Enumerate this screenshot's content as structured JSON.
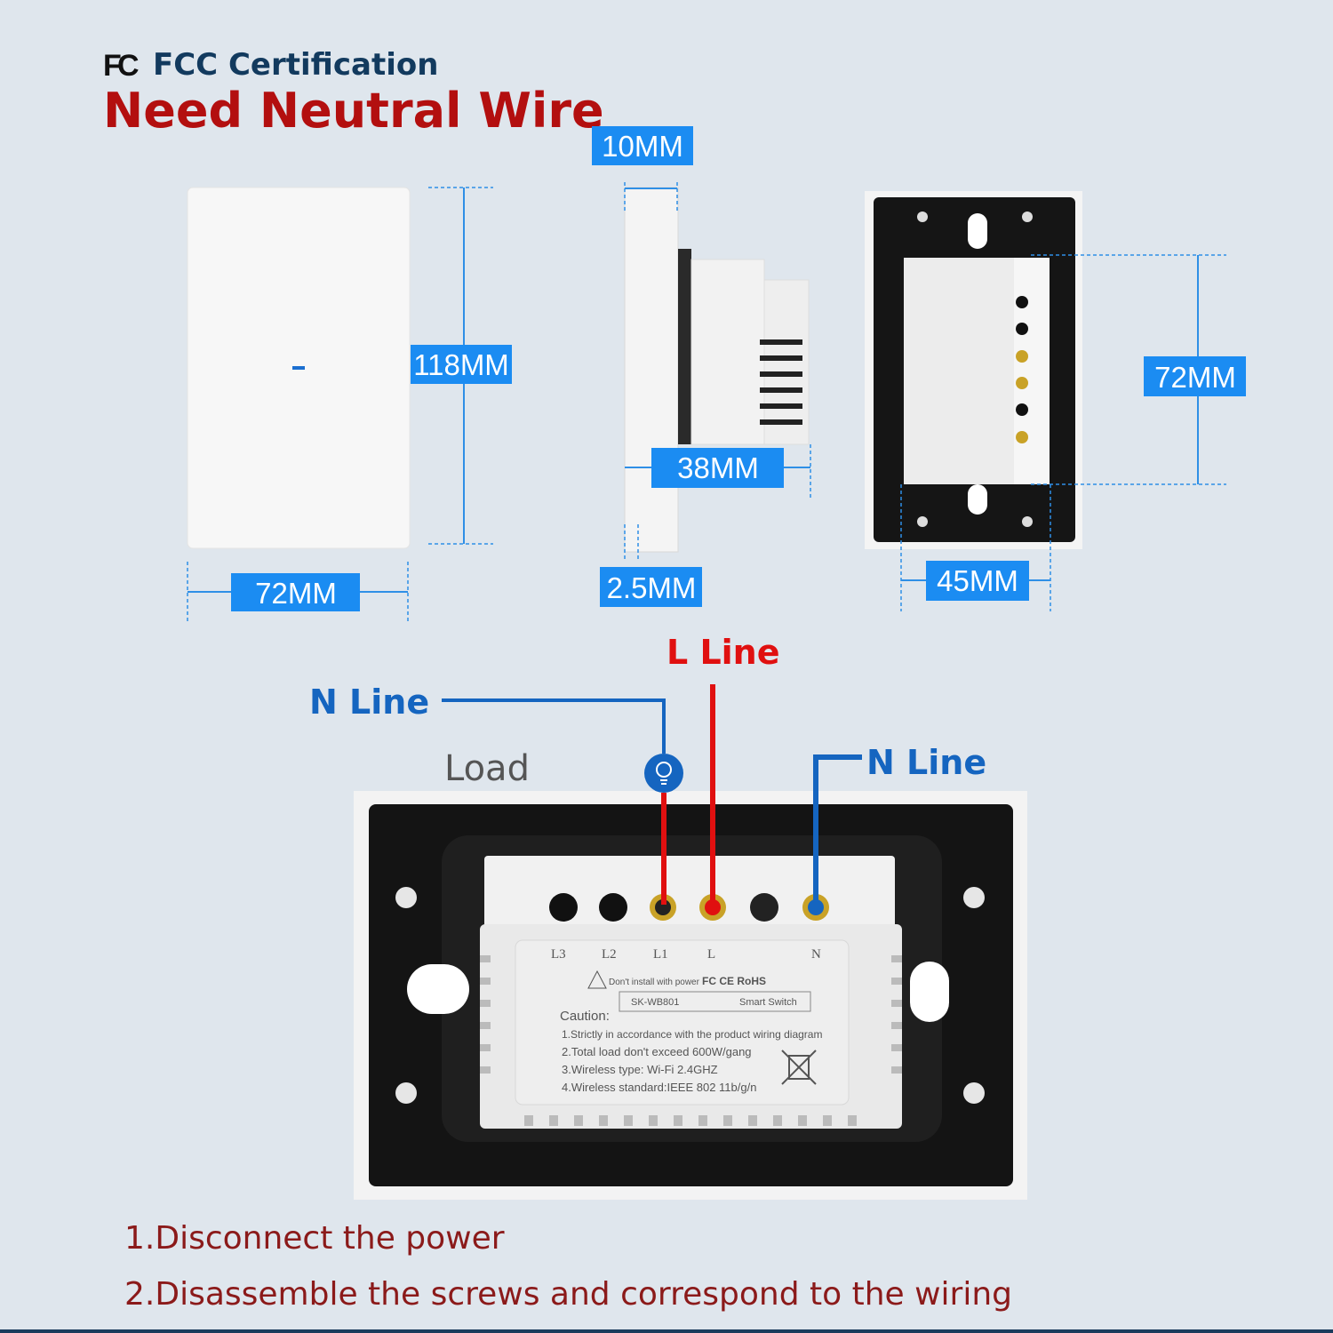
{
  "header": {
    "certification": "FCC Certification",
    "title": "Need Neutral Wire"
  },
  "dimensions": {
    "front_height": "118MM",
    "front_width": "72MM",
    "side_depth_top": "10MM",
    "side_depth_body": "38MM",
    "side_plate_thickness": "2.5MM",
    "back_height": "72MM",
    "back_width": "45MM"
  },
  "wiring": {
    "n_line_left": "N Line",
    "l_line": "L Line",
    "n_line_right": "N Line",
    "load": "Load"
  },
  "module_label": {
    "terminals": [
      "L3",
      "L2",
      "L1",
      "L",
      "N"
    ],
    "warning": "Don't install with power",
    "marks": "FC  CE  RoHS",
    "model": "SK-WB801",
    "product": "Smart Switch",
    "caution_title": "Caution:",
    "caution_lines": [
      "1.Strictly in accordance with the product wiring diagram",
      "2.Total load don't exceed  600W/gang",
      "3.Wireless type: Wi-Fi  2.4GHZ",
      "4.Wireless standard:IEEE 802 11b/g/n"
    ]
  },
  "steps": [
    "1.Disconnect the power",
    "2.Disassemble the screws and correspond to the wiring"
  ],
  "colors": {
    "background": "#dfe6ed",
    "dimension_blue": "#1b8cf2",
    "neutral_blue": "#1565c0",
    "live_red": "#e01010",
    "title_red": "#b30f0f",
    "cert_navy": "#123a5e"
  }
}
